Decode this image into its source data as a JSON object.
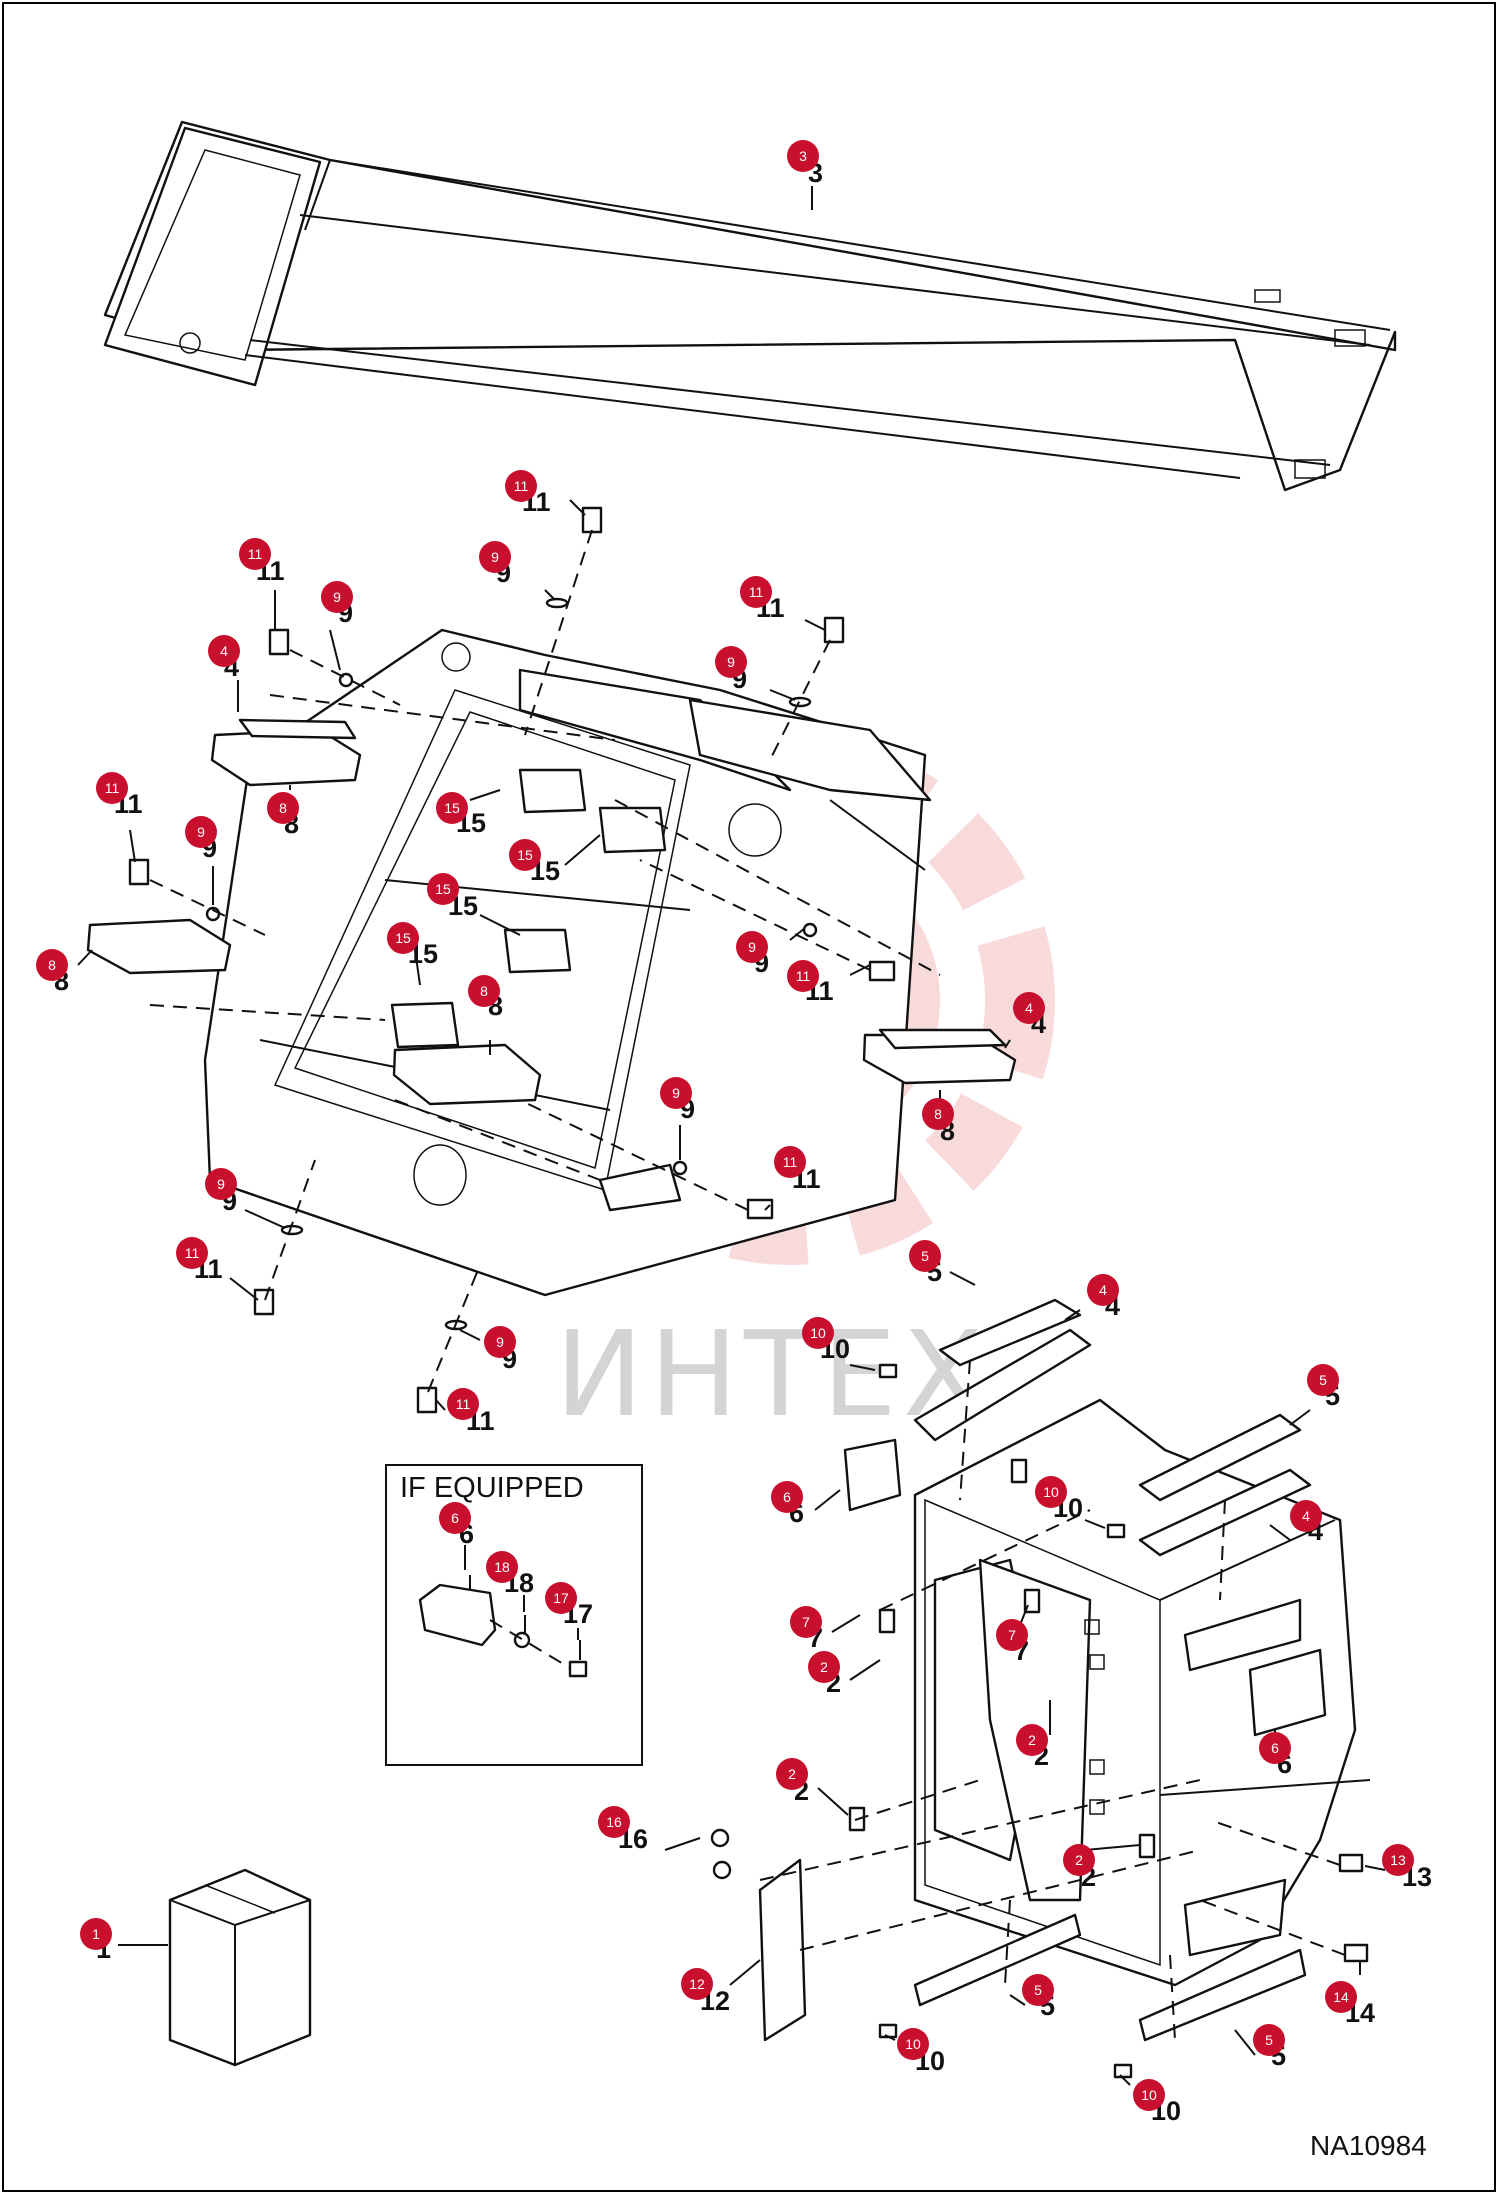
{
  "callouts": [
    {
      "id": "c1",
      "num": "1"
    },
    {
      "id": "c2a",
      "num": "2"
    },
    {
      "id": "c2b",
      "num": "2"
    },
    {
      "id": "c2c",
      "num": "2"
    },
    {
      "id": "c2d",
      "num": "2"
    },
    {
      "id": "c3",
      "num": "3"
    },
    {
      "id": "c4a",
      "num": "4"
    },
    {
      "id": "c4b",
      "num": "4"
    },
    {
      "id": "c4c",
      "num": "4"
    },
    {
      "id": "c4d",
      "num": "4"
    },
    {
      "id": "c5a",
      "num": "5"
    },
    {
      "id": "c5b",
      "num": "5"
    },
    {
      "id": "c5c",
      "num": "5"
    },
    {
      "id": "c5d",
      "num": "5"
    },
    {
      "id": "c6a",
      "num": "6"
    },
    {
      "id": "c6b",
      "num": "6"
    },
    {
      "id": "c6c",
      "num": "6"
    },
    {
      "id": "c7a",
      "num": "7"
    },
    {
      "id": "c7b",
      "num": "7"
    },
    {
      "id": "c8a",
      "num": "8"
    },
    {
      "id": "c8b",
      "num": "8"
    },
    {
      "id": "c8c",
      "num": "8"
    },
    {
      "id": "c8d",
      "num": "8"
    },
    {
      "id": "c9a",
      "num": "9"
    },
    {
      "id": "c9b",
      "num": "9"
    },
    {
      "id": "c9c",
      "num": "9"
    },
    {
      "id": "c9d",
      "num": "9"
    },
    {
      "id": "c9e",
      "num": "9"
    },
    {
      "id": "c9f",
      "num": "9"
    },
    {
      "id": "c9g",
      "num": "9"
    },
    {
      "id": "c9h",
      "num": "9"
    },
    {
      "id": "c10a",
      "num": "10"
    },
    {
      "id": "c10b",
      "num": "10"
    },
    {
      "id": "c10c",
      "num": "10"
    },
    {
      "id": "c10d",
      "num": "10"
    },
    {
      "id": "c11a",
      "num": "11"
    },
    {
      "id": "c11b",
      "num": "11"
    },
    {
      "id": "c11c",
      "num": "11"
    },
    {
      "id": "c11d",
      "num": "11"
    },
    {
      "id": "c11e",
      "num": "11"
    },
    {
      "id": "c11f",
      "num": "11"
    },
    {
      "id": "c11g",
      "num": "11"
    },
    {
      "id": "c11h",
      "num": "11"
    },
    {
      "id": "c12",
      "num": "12"
    },
    {
      "id": "c13",
      "num": "13"
    },
    {
      "id": "c14",
      "num": "14"
    },
    {
      "id": "c15a",
      "num": "15"
    },
    {
      "id": "c15b",
      "num": "15"
    },
    {
      "id": "c15c",
      "num": "15"
    },
    {
      "id": "c15d",
      "num": "15"
    },
    {
      "id": "c16",
      "num": "16"
    },
    {
      "id": "c17",
      "num": "17"
    },
    {
      "id": "c18",
      "num": "18"
    }
  ],
  "inset": {
    "heading": "IF EQUIPPED"
  },
  "drawing_code": "NA10984",
  "watermark": "ИНТЕХ",
  "colors": {
    "callout": "#c8102e",
    "line": "#111111",
    "watermark": "#d4d4d4"
  }
}
